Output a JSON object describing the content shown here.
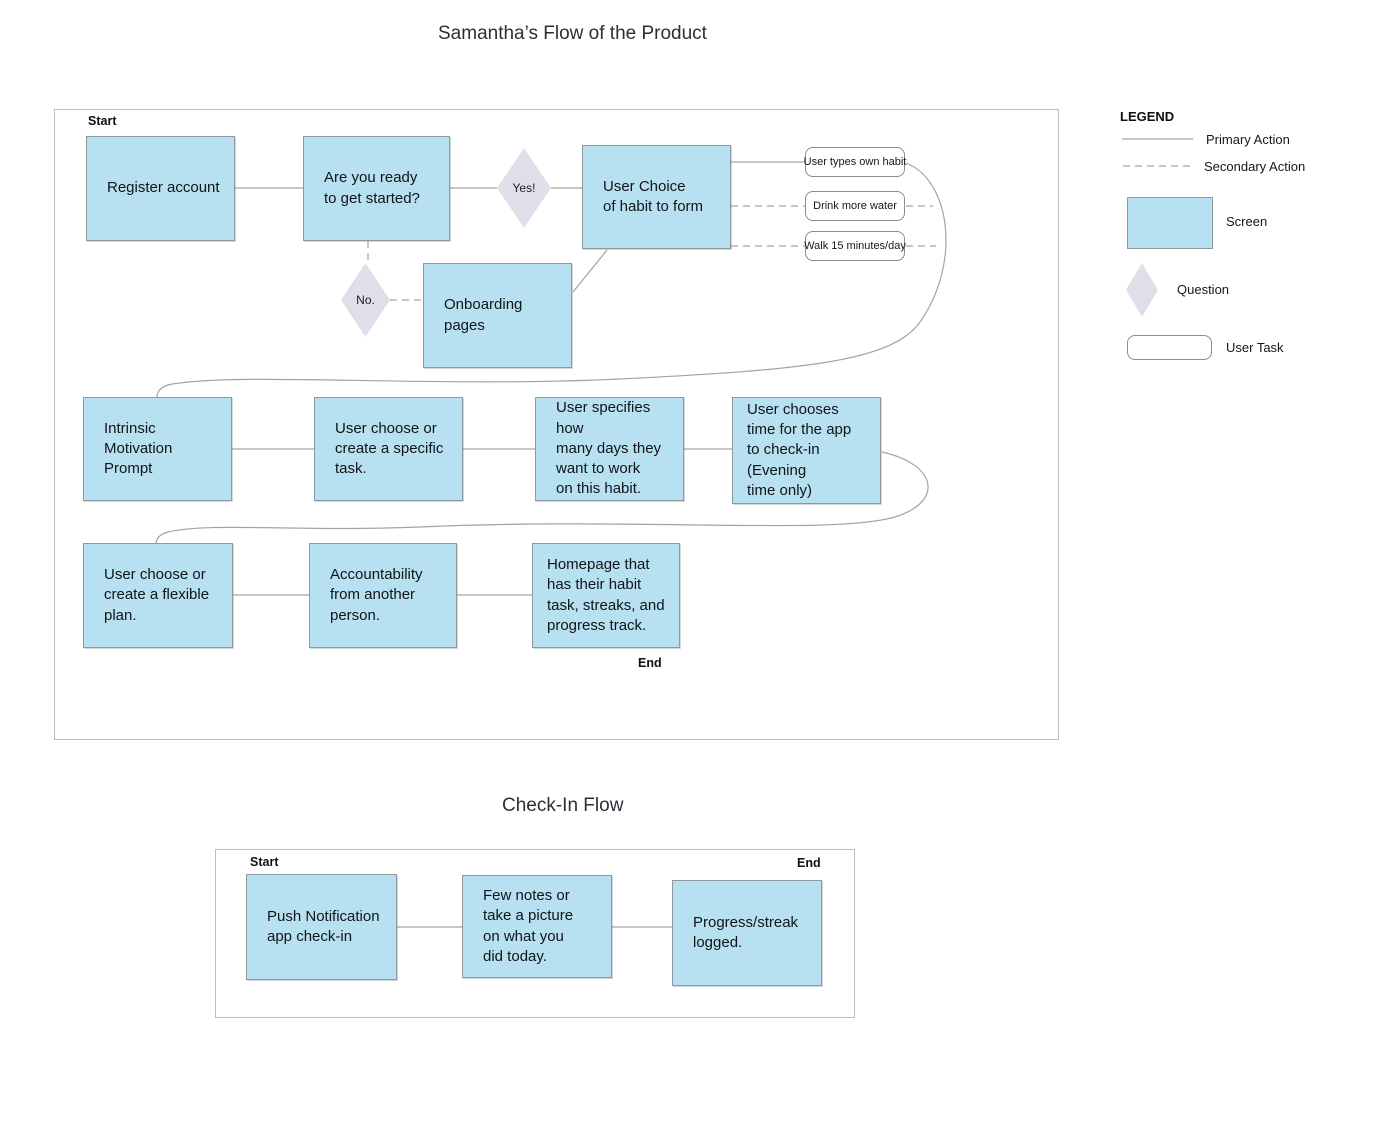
{
  "titles": {
    "main": "Samantha’s Flow of the Product",
    "checkin": "Check-In Flow"
  },
  "markers": {
    "start": "Start",
    "end": "End"
  },
  "decisions": {
    "yes": "Yes!",
    "no": "No."
  },
  "flow1": {
    "screens": {
      "register": "Register account",
      "ready": "Are you ready\nto get started?",
      "choice": "User Choice\nof habit to form",
      "onboarding": "Onboarding\npages",
      "intrinsic": "Intrinsic Motivation\nPrompt",
      "specific_task": "User choose or\ncreate a specific\ntask.",
      "days": "User specifies how\nmany days they\nwant to work\non this habit.",
      "checkin_time": "User chooses\ntime for the app\nto check-in (Evening\ntime only)",
      "flexible_plan": "User choose or\ncreate a flexible\nplan.",
      "accountability": "Accountability\nfrom another\nperson.",
      "homepage": "Homepage that\nhas their habit\ntask, streaks, and\nprogress track."
    },
    "user_tasks": [
      "User types own habit",
      "Drink more water",
      "Walk 15 minutes/day"
    ]
  },
  "flow2": {
    "screens": {
      "push": "Push Notification\napp check-in",
      "notes": "Few notes or\ntake a picture\non what you\ndid today.",
      "progress": "Progress/streak\nlogged."
    }
  },
  "legend": {
    "heading": "LEGEND",
    "primary": "Primary Action",
    "secondary": "Secondary Action",
    "screen": "Screen",
    "question": "Question",
    "user_task": "User Task"
  },
  "colors": {
    "screen_fill": "#b7e1f0",
    "question_fill": "#dfdfe9",
    "connector": "#a3a3a3"
  }
}
